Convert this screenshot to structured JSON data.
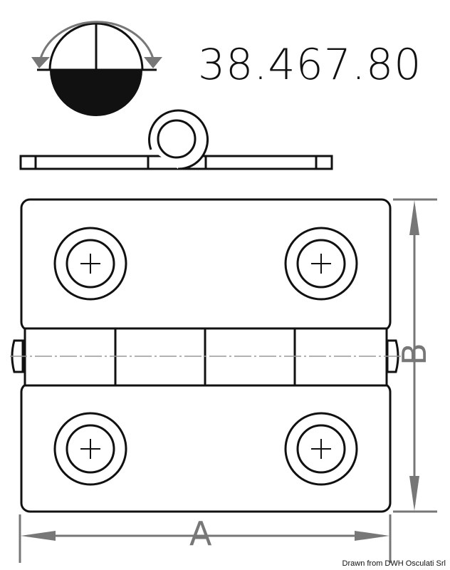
{
  "product_code": "38.467.80",
  "dimensions": {
    "width_label": "A",
    "height_label": "B"
  },
  "credit": "Drawn from DWH Osculati Srl",
  "icons": {
    "rotation": "rotation-180-icon"
  },
  "colors": {
    "line": "#111111",
    "dimension": "#777777"
  }
}
